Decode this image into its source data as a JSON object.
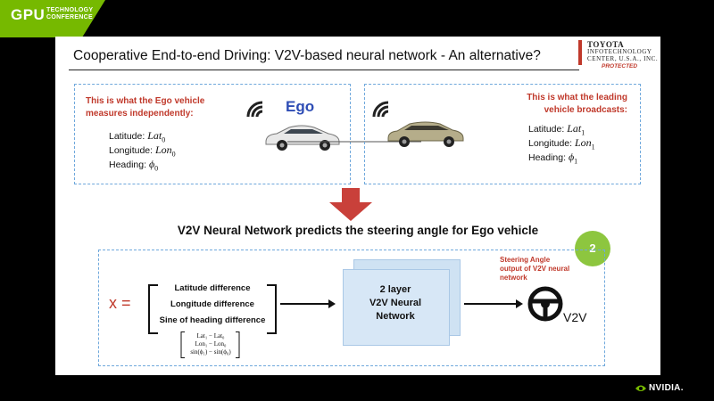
{
  "badge": {
    "gpu": "GPU",
    "technology": "TECHNOLOGY",
    "conference": "CONFERENCE"
  },
  "slide": {
    "title": "Cooperative End-to-end Driving: V2V-based neural network - An alternative?",
    "logo": {
      "name": "TOYOTA",
      "line1": "INFOTECHNOLOGY",
      "line2": "CENTER, U.S.A., INC.",
      "protected": "PROTECTED"
    },
    "ego_panel": {
      "heading_line1": "This is what the Ego vehicle",
      "heading_line2": "measures independently:",
      "latitude_label": "Latitude: ",
      "latitude_var": "Lat",
      "latitude_sub": "0",
      "longitude_label": "Longitude: ",
      "longitude_var": "Lon",
      "longitude_sub": "0",
      "heading_label": "Heading: ",
      "heading_var": "ϕ",
      "heading_sub": "0",
      "vehicle_label": "Ego"
    },
    "lead_panel": {
      "heading_line1": "This is what the leading",
      "heading_line2": "vehicle broadcasts:",
      "latitude_label": "Latitude: ",
      "latitude_var": "Lat",
      "latitude_sub": "1",
      "longitude_label": "Longitude: ",
      "longitude_var": "Lon",
      "longitude_sub": "1",
      "heading_label": "Heading: ",
      "heading_var": "ϕ",
      "heading_sub": "1"
    },
    "nn_title": "V2V Neural Network predicts the steering angle for Ego vehicle",
    "step_badge": "2",
    "input": {
      "x_label": "x =",
      "features": [
        "Latitude difference",
        "Longitude difference",
        "Sine of heading difference"
      ],
      "formula_1": "Lat₁ − Lat₀",
      "formula_2": "Lon₁ − Lon₀",
      "formula_3": "sin(ϕ₁) − sin(ϕ₀)"
    },
    "network": {
      "line1": "2 layer",
      "line2": "V2V Neural",
      "line3": "Network"
    },
    "output": {
      "caption_line1": "Steering Angle",
      "caption_line2": "output of V2V neural",
      "caption_line3": "network",
      "v2v_label": "V2V"
    },
    "colors": {
      "accent_red": "#c0392b",
      "ego_blue": "#2e4db5",
      "panel_border": "#6fa8dc",
      "badge_green": "#8dc63f",
      "nvidia_green": "#76b900"
    }
  },
  "footer": {
    "brand": "NVIDIA."
  }
}
